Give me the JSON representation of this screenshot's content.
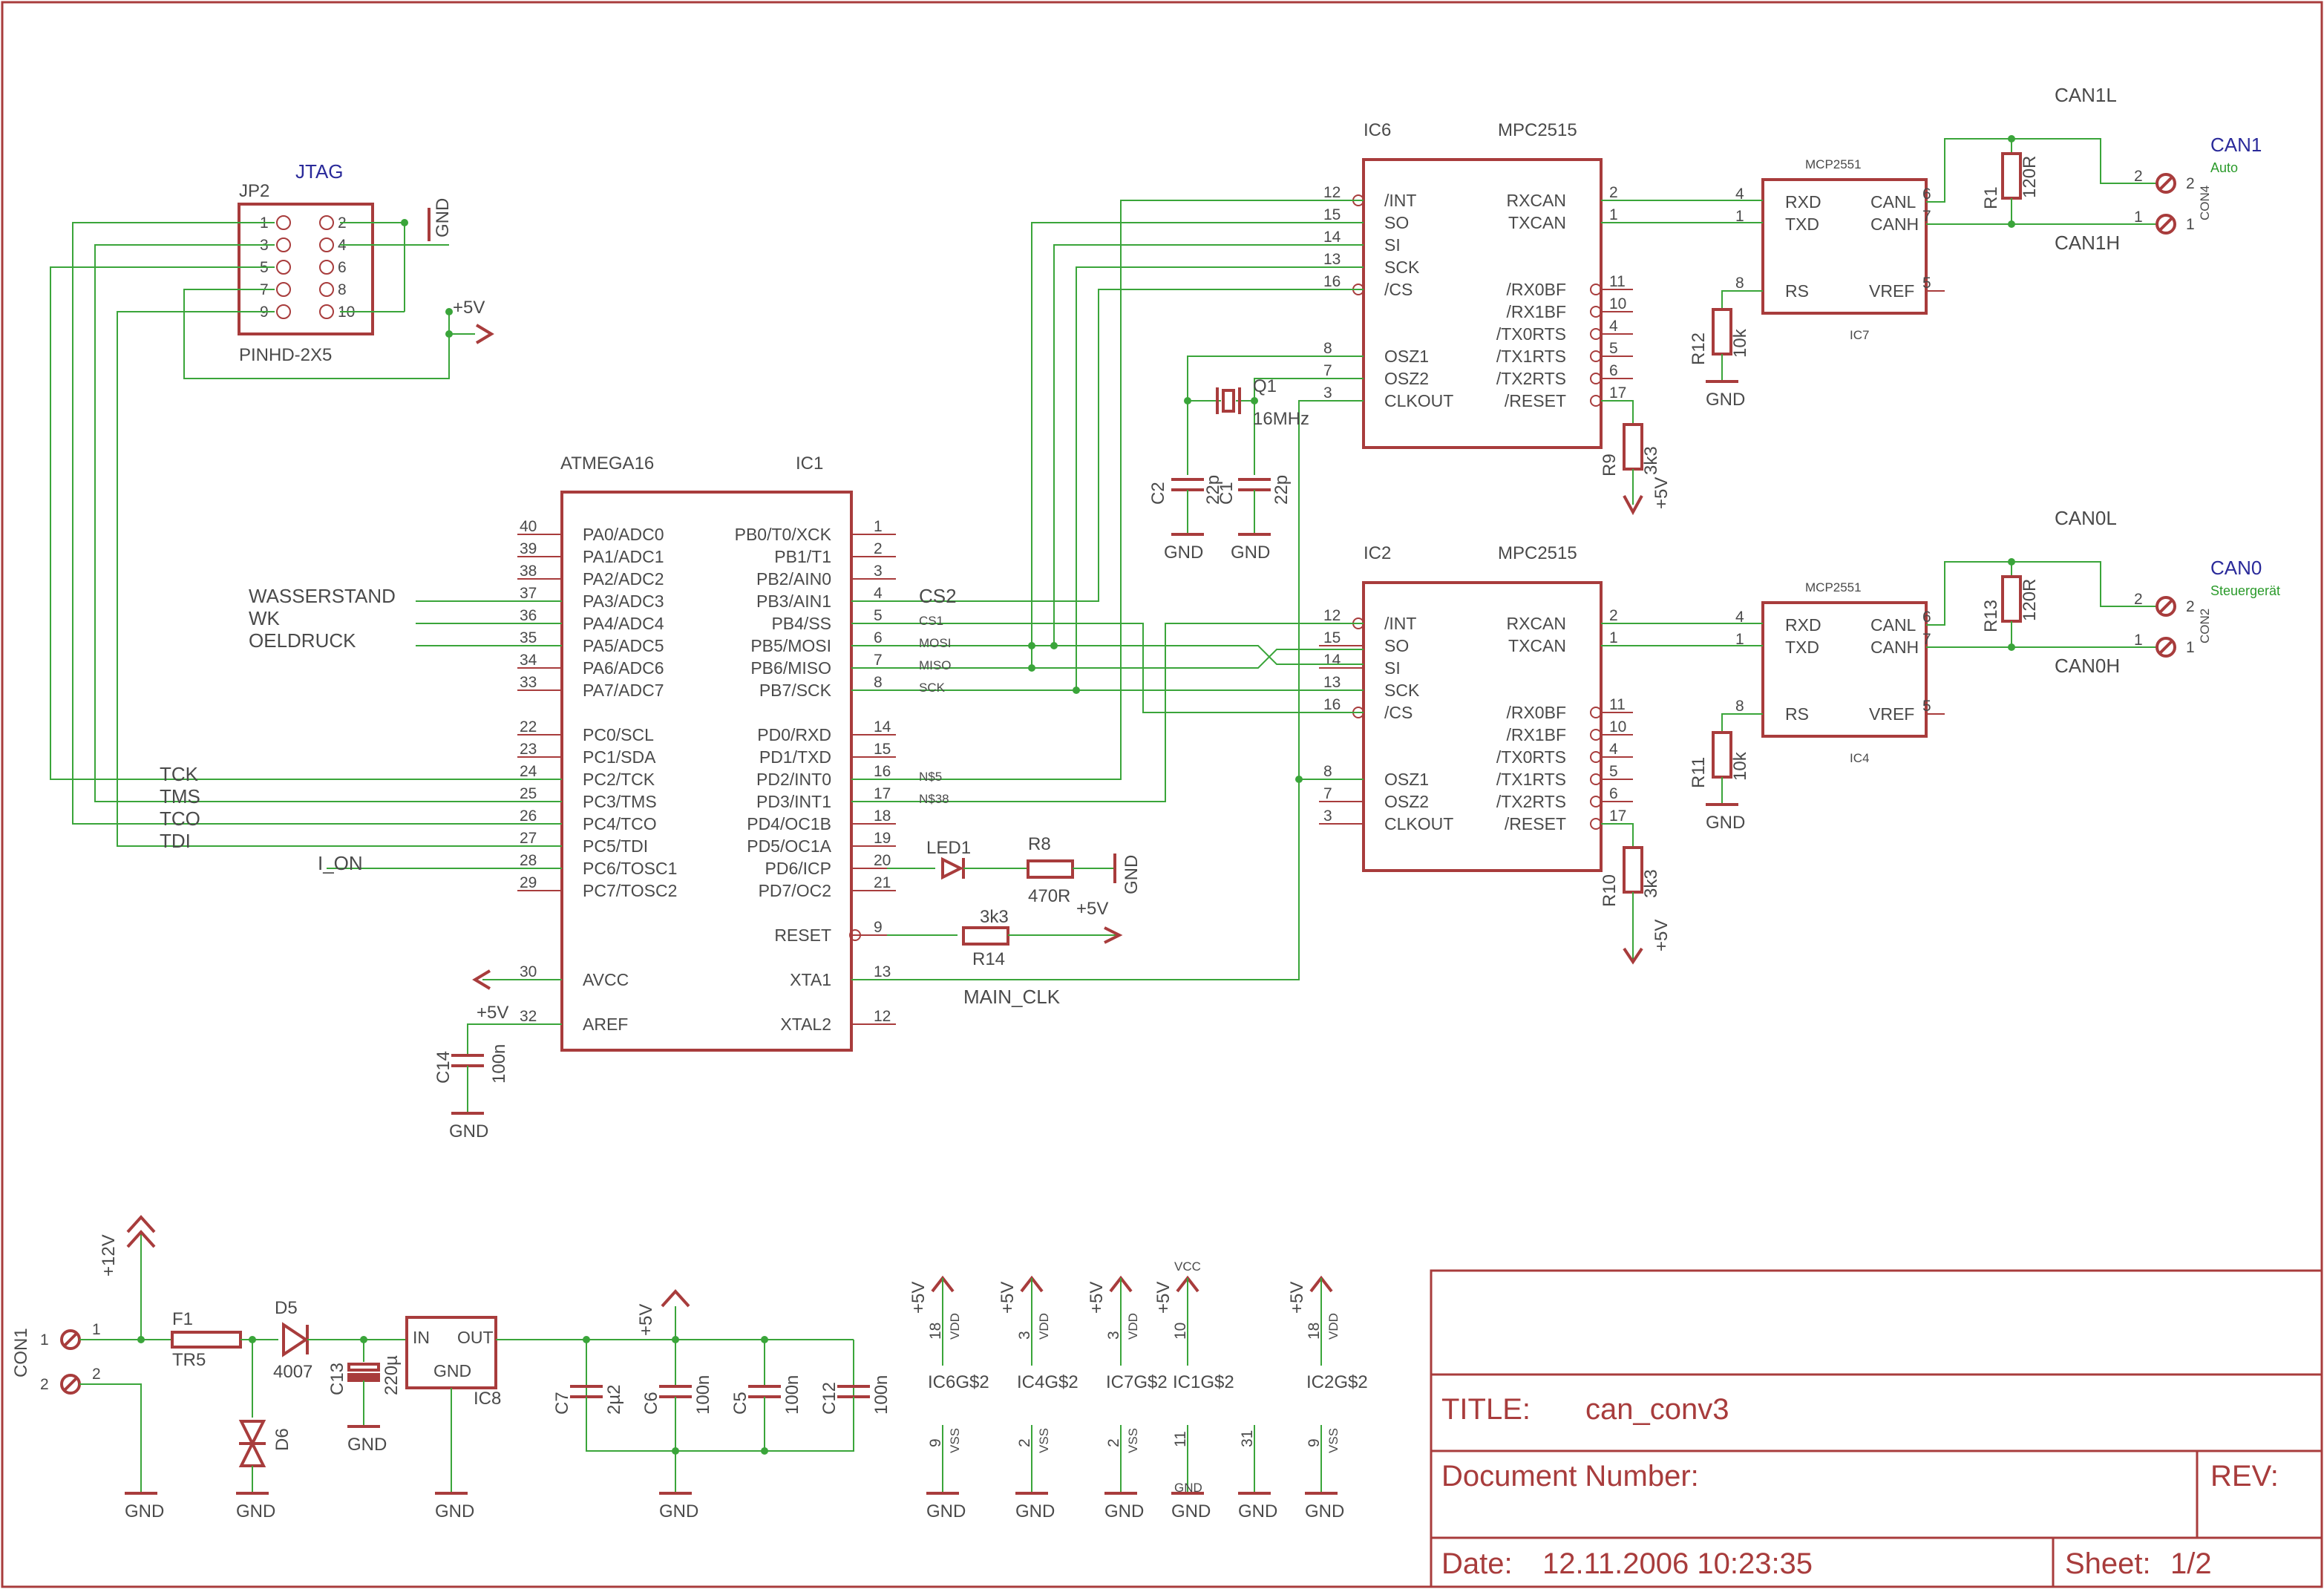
{
  "title_block": {
    "title_label": "TITLE:",
    "title_value": "can_conv3",
    "doc_number_label": "Document Number:",
    "rev_label": "REV:",
    "date_label": "Date:",
    "date_value": "12.11.2006 10:23:35",
    "sheet_label": "Sheet:",
    "sheet_value": "1/2"
  },
  "jtag": {
    "caption": "JTAG",
    "ref": "JP2",
    "value": "PINHD-2X5",
    "pins_left": [
      "1",
      "3",
      "5",
      "7",
      "9"
    ],
    "pins_right": [
      "2",
      "4",
      "6",
      "8",
      "10"
    ],
    "gnd": "GND",
    "vcc": "+5V"
  },
  "mcu": {
    "name": "ATMEGA16",
    "ref": "IC1",
    "left_pins": [
      {
        "num": "40",
        "label": "PA0/ADC0"
      },
      {
        "num": "39",
        "label": "PA1/ADC1"
      },
      {
        "num": "38",
        "label": "PA2/ADC2"
      },
      {
        "num": "37",
        "label": "PA3/ADC3"
      },
      {
        "num": "36",
        "label": "PA4/ADC4"
      },
      {
        "num": "35",
        "label": "PA5/ADC5"
      },
      {
        "num": "34",
        "label": "PA6/ADC6"
      },
      {
        "num": "33",
        "label": "PA7/ADC7"
      },
      {
        "num": "22",
        "label": "PC0/SCL"
      },
      {
        "num": "23",
        "label": "PC1/SDA"
      },
      {
        "num": "24",
        "label": "PC2/TCK"
      },
      {
        "num": "25",
        "label": "PC3/TMS"
      },
      {
        "num": "26",
        "label": "PC4/TCO"
      },
      {
        "num": "27",
        "label": "PC5/TDI"
      },
      {
        "num": "28",
        "label": "PC6/TOSC1"
      },
      {
        "num": "29",
        "label": "PC7/TOSC2"
      },
      {
        "num": "30",
        "label": "AVCC"
      },
      {
        "num": "32",
        "label": "AREF"
      }
    ],
    "right_pins": [
      {
        "num": "1",
        "label": "PB0/T0/XCK"
      },
      {
        "num": "2",
        "label": "PB1/T1"
      },
      {
        "num": "3",
        "label": "PB2/AIN0"
      },
      {
        "num": "4",
        "label": "PB3/AIN1"
      },
      {
        "num": "5",
        "label": "PB4/SS"
      },
      {
        "num": "6",
        "label": "PB5/MOSI"
      },
      {
        "num": "7",
        "label": "PB6/MISO"
      },
      {
        "num": "8",
        "label": "PB7/SCK"
      },
      {
        "num": "14",
        "label": "PD0/RXD"
      },
      {
        "num": "15",
        "label": "PD1/TXD"
      },
      {
        "num": "16",
        "label": "PD2/INT0"
      },
      {
        "num": "17",
        "label": "PD3/INT1"
      },
      {
        "num": "18",
        "label": "PD4/OC1B"
      },
      {
        "num": "19",
        "label": "PD5/OC1A"
      },
      {
        "num": "20",
        "label": "PD6/ICP"
      },
      {
        "num": "21",
        "label": "PD7/OC2"
      },
      {
        "num": "9",
        "label": "RESET"
      },
      {
        "num": "13",
        "label": "XTA1"
      },
      {
        "num": "12",
        "label": "XTAL2"
      }
    ]
  },
  "nets": {
    "wasserstand": "WASSERSTAND",
    "wk": "WK",
    "oeldruck": "OELDRUCK",
    "tck": "TCK",
    "tms": "TMS",
    "tco": "TCO",
    "tdi": "TDI",
    "i_on": "I_ON",
    "cs2": "CS2",
    "cs1": "CS1",
    "mosi": "MOSI",
    "miso": "MISO",
    "sck": "SCK",
    "n55": "N$5",
    "n38": "N$38",
    "main_clk": "MAIN_CLK"
  },
  "mcp2515": {
    "name": "MPC2515",
    "left_pins": [
      {
        "num": "12",
        "label": "/INT"
      },
      {
        "num": "15",
        "label": "SO"
      },
      {
        "num": "14",
        "label": "SI"
      },
      {
        "num": "13",
        "label": "SCK"
      },
      {
        "num": "16",
        "label": "/CS"
      },
      {
        "num": "8",
        "label": "OSZ1"
      },
      {
        "num": "7",
        "label": "OSZ2"
      },
      {
        "num": "3",
        "label": "CLKOUT"
      }
    ],
    "right_pins": [
      {
        "num": "2",
        "label": "RXCAN"
      },
      {
        "num": "1",
        "label": "TXCAN"
      },
      {
        "num": "11",
        "label": "/RX0BF"
      },
      {
        "num": "10",
        "label": "/RX1BF"
      },
      {
        "num": "4",
        "label": "/TX0RTS"
      },
      {
        "num": "5",
        "label": "/TX1RTS"
      },
      {
        "num": "6",
        "label": "/TX2RTS"
      },
      {
        "num": "17",
        "label": "/RESET"
      }
    ],
    "top": {
      "ref": "IC6"
    },
    "bottom": {
      "ref": "IC2"
    }
  },
  "mcp2551": {
    "name": "MCP2551",
    "labels": {
      "rxd": "RXD",
      "txd": "TXD",
      "canl": "CANL",
      "canh": "CANH",
      "rs": "RS",
      "vref": "VREF"
    },
    "pin_nums": {
      "rxd": "4",
      "txd": "1",
      "canl": "6",
      "canh": "7",
      "rs": "8",
      "vref": "5"
    },
    "top": {
      "ref": "IC7"
    },
    "bottom": {
      "ref": "IC4"
    }
  },
  "can": {
    "top": {
      "conn_title": "CAN1",
      "conn_sub": "Auto",
      "conn_ref": "CON4",
      "canl": "CAN1L",
      "canh": "CAN1H",
      "term_ref": "R1",
      "term_val": "120R",
      "rs_ref": "R12",
      "rs_val": "10k"
    },
    "bottom": {
      "conn_title": "CAN0",
      "conn_sub": "Steuergerät",
      "conn_ref": "CON2",
      "canl": "CAN0L",
      "canh": "CAN0H",
      "term_ref": "R13",
      "term_val": "120R",
      "rs_ref": "R11",
      "rs_val": "10k"
    },
    "conn_pins": [
      "2",
      "1"
    ]
  },
  "osc": {
    "crystal_ref": "Q1",
    "crystal_val": "16MHz",
    "c2_ref": "C2",
    "c1_ref": "C1",
    "cap_val": "22p"
  },
  "misc": {
    "r9": "R9",
    "r10": "R10",
    "pullup_val": "3k3",
    "led": "LED1",
    "r8": "R8",
    "r8_val": "470R",
    "r14": "R14",
    "r14_val": "3k3",
    "c14": "C14",
    "c14_val": "100n",
    "gnd": "GND",
    "vcc5": "+5V",
    "vcc12": "+12V",
    "vcc": "VCC"
  },
  "power": {
    "con1": "CON1",
    "con1_pins": [
      "1",
      "2"
    ],
    "f1": "F1",
    "f1_val": "TR5",
    "d5": "D5",
    "d5_val": "4007",
    "d6": "D6",
    "c13": "C13",
    "c13_val": "220µ",
    "reg_ref": "IC8",
    "reg_in": "IN",
    "reg_out": "OUT",
    "reg_gnd": "GND",
    "c7": "C7",
    "c7_val": "2µ2",
    "c6": "C6",
    "c5": "C5",
    "c12": "C12",
    "cap_val": "100n"
  },
  "supply_gates": [
    {
      "name": "IC6G$2",
      "vdd_pin": "18",
      "vss_pin": "9",
      "vdd": "VDD",
      "vss": "VSS"
    },
    {
      "name": "IC4G$2",
      "vdd_pin": "3",
      "vss_pin": "2",
      "vdd": "VDD",
      "vss": "VSS"
    },
    {
      "name": "IC7G$2",
      "vdd_pin": "3",
      "vss_pin": "2",
      "vdd": "VDD",
      "vss": "VSS"
    },
    {
      "name": "IC1G$2",
      "vdd_pin": "10",
      "vss_pin": "11",
      "vdd": "",
      "vss": "",
      "extra_pin": "31"
    },
    {
      "name": "IC2G$2",
      "vdd_pin": "18",
      "vss_pin": "9",
      "vdd": "VDD",
      "vss": "VSS"
    }
  ]
}
